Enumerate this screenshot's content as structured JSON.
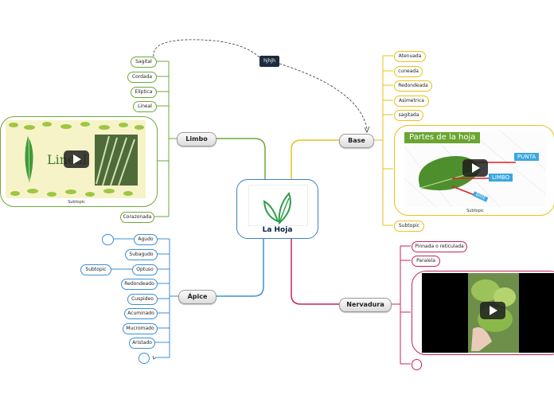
{
  "central": {
    "title": "La Hoja"
  },
  "callout": {
    "text": "hjhjh"
  },
  "colors": {
    "limbo": "#6fa83a",
    "base": "#e8c21a",
    "nervadura": "#c8235e",
    "apice": "#3d8fd6"
  },
  "limbo": {
    "label": "Limbo",
    "items": [
      "Sagital",
      "Cordada",
      "Elíptica",
      "Lineal",
      "Corazonada"
    ],
    "media_word": "Lineal",
    "media_caption": "Subtopic"
  },
  "base": {
    "label": "Base",
    "items": [
      "Atenuada",
      "cuneada",
      "Redondeada",
      "Asimetrica",
      "sagitada",
      "Subtopic"
    ],
    "media_title": "Partes de la hoja",
    "media_tags": [
      "PUNTA",
      "LIMBO",
      "BASE"
    ],
    "media_caption": "Subtopic"
  },
  "nervadura": {
    "label": "Nervadura",
    "items": [
      "Pinnada o reticulada",
      "Paralela"
    ]
  },
  "apice": {
    "label": "Ápice",
    "items": [
      "Agudo",
      "Subagudo",
      "Optuso",
      "Redondeado",
      "Cuspideo",
      "Acuminado",
      "Mucromado",
      "Aristado"
    ],
    "side_item": "Subtopic"
  }
}
